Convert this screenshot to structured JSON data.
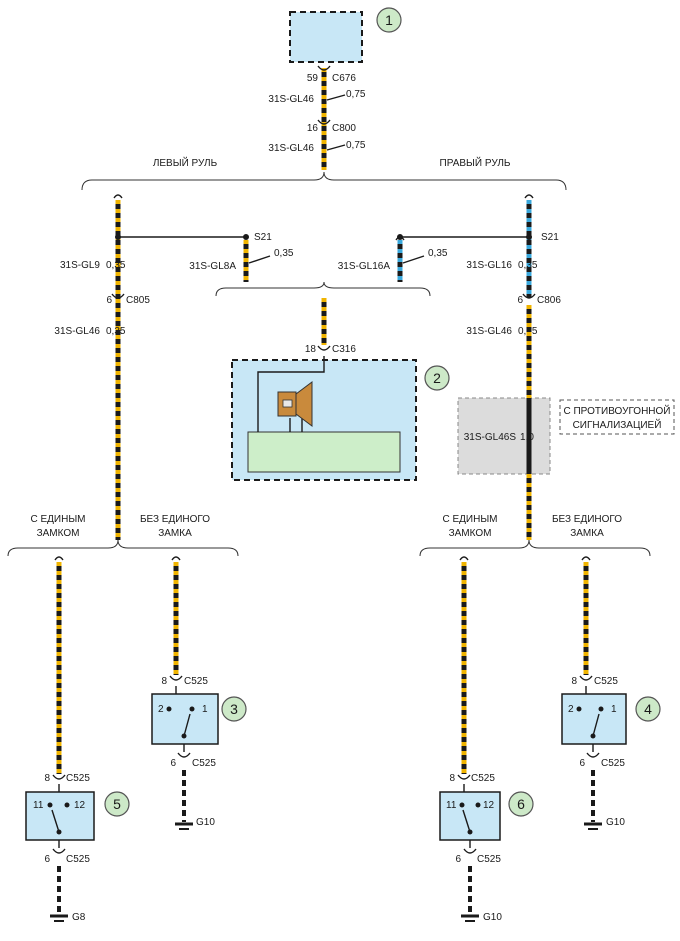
{
  "callouts": [
    "1",
    "2",
    "3",
    "4",
    "5",
    "6"
  ],
  "top": {
    "conn1_pin": "59",
    "conn1": "C676",
    "conn2_pin": "16",
    "conn2": "C800",
    "wire_gl46": "31S-GL46",
    "size_075": "0,75"
  },
  "branches": {
    "left": "ЛЕВЫЙ РУЛЬ",
    "right": "ПРАВЫЙ РУЛЬ"
  },
  "splice": "S21",
  "wires": {
    "gl9": "31S-GL9",
    "gl8a": "31S-GL8A",
    "gl16a": "31S-GL16A",
    "gl16": "31S-GL16",
    "gl46": "31S-GL46",
    "gl46s": "31S-GL46S",
    "size_035": "0,35",
    "size_10": "1,0"
  },
  "connectors": {
    "c805_pin": "6",
    "c805": "C805",
    "c806_pin": "6",
    "c806": "C806",
    "c316_pin": "18",
    "c316": "C316",
    "c525": "C525",
    "pin8": "8",
    "pin6": "6",
    "pin2": "2",
    "pin1": "1",
    "pin11": "11",
    "pin12": "12"
  },
  "alarm_note": [
    "С ПРОТИВОУГОННОЙ",
    "СИГНАЛИЗАЦИЕЙ"
  ],
  "options": {
    "with_lock": [
      "С ЕДИНЫМ",
      "ЗАМКОМ"
    ],
    "without_lock": [
      "БЕЗ ЕДИНОГО",
      "ЗАМКА"
    ]
  },
  "grounds": {
    "g8": "G8",
    "g10": "G10"
  },
  "colors": {
    "wire_black": "#1a1a1a",
    "wire_yellow": "#f0b400",
    "wire_blue": "#3aa8dc",
    "component_fill": "#c8e7f6",
    "callout_fill": "#cde9c8"
  }
}
